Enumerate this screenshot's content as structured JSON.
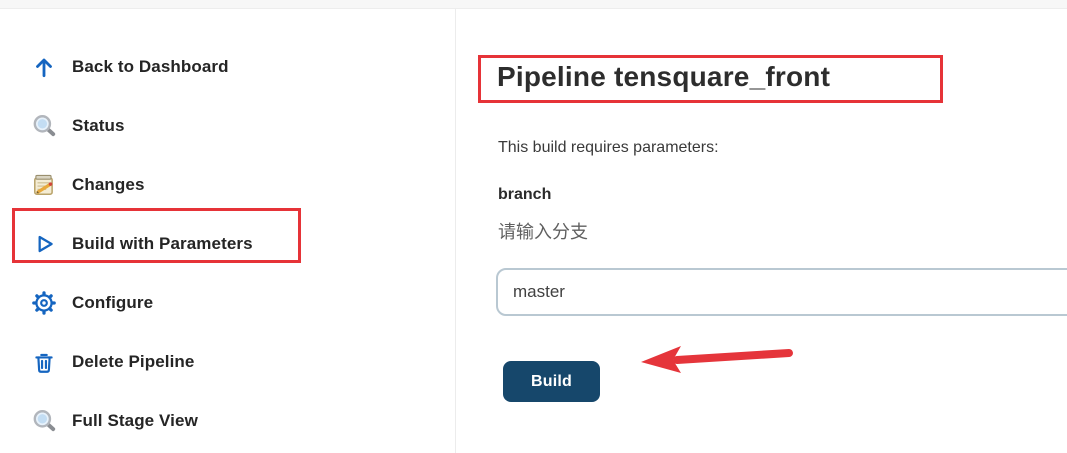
{
  "sidebar": {
    "items": [
      {
        "label": "Back to Dashboard",
        "icon": "arrow-up-icon"
      },
      {
        "label": "Status",
        "icon": "magnifier-icon"
      },
      {
        "label": "Changes",
        "icon": "notepad-icon"
      },
      {
        "label": "Build with Parameters",
        "icon": "play-icon",
        "highlighted": true
      },
      {
        "label": "Configure",
        "icon": "gear-icon"
      },
      {
        "label": "Delete Pipeline",
        "icon": "trash-icon"
      },
      {
        "label": "Full Stage View",
        "icon": "magnifier-icon"
      }
    ]
  },
  "main": {
    "title": "Pipeline tensquare_front",
    "requires_text": "This build requires parameters:",
    "parameter": {
      "name": "branch",
      "hint": "请输入分支",
      "value": "master"
    },
    "build_button_label": "Build"
  },
  "annotations": {
    "color": "#e63338",
    "boxes": [
      "sidebar-item-build-with-parameters",
      "page-title"
    ],
    "arrow_points_to": "build-button"
  },
  "colors": {
    "icon_blue": "#1565c0",
    "button_navy": "#16476b",
    "annotation_red": "#e63338",
    "input_border": "#b9c8d2",
    "topbar_gray": "#f7f7f7"
  }
}
